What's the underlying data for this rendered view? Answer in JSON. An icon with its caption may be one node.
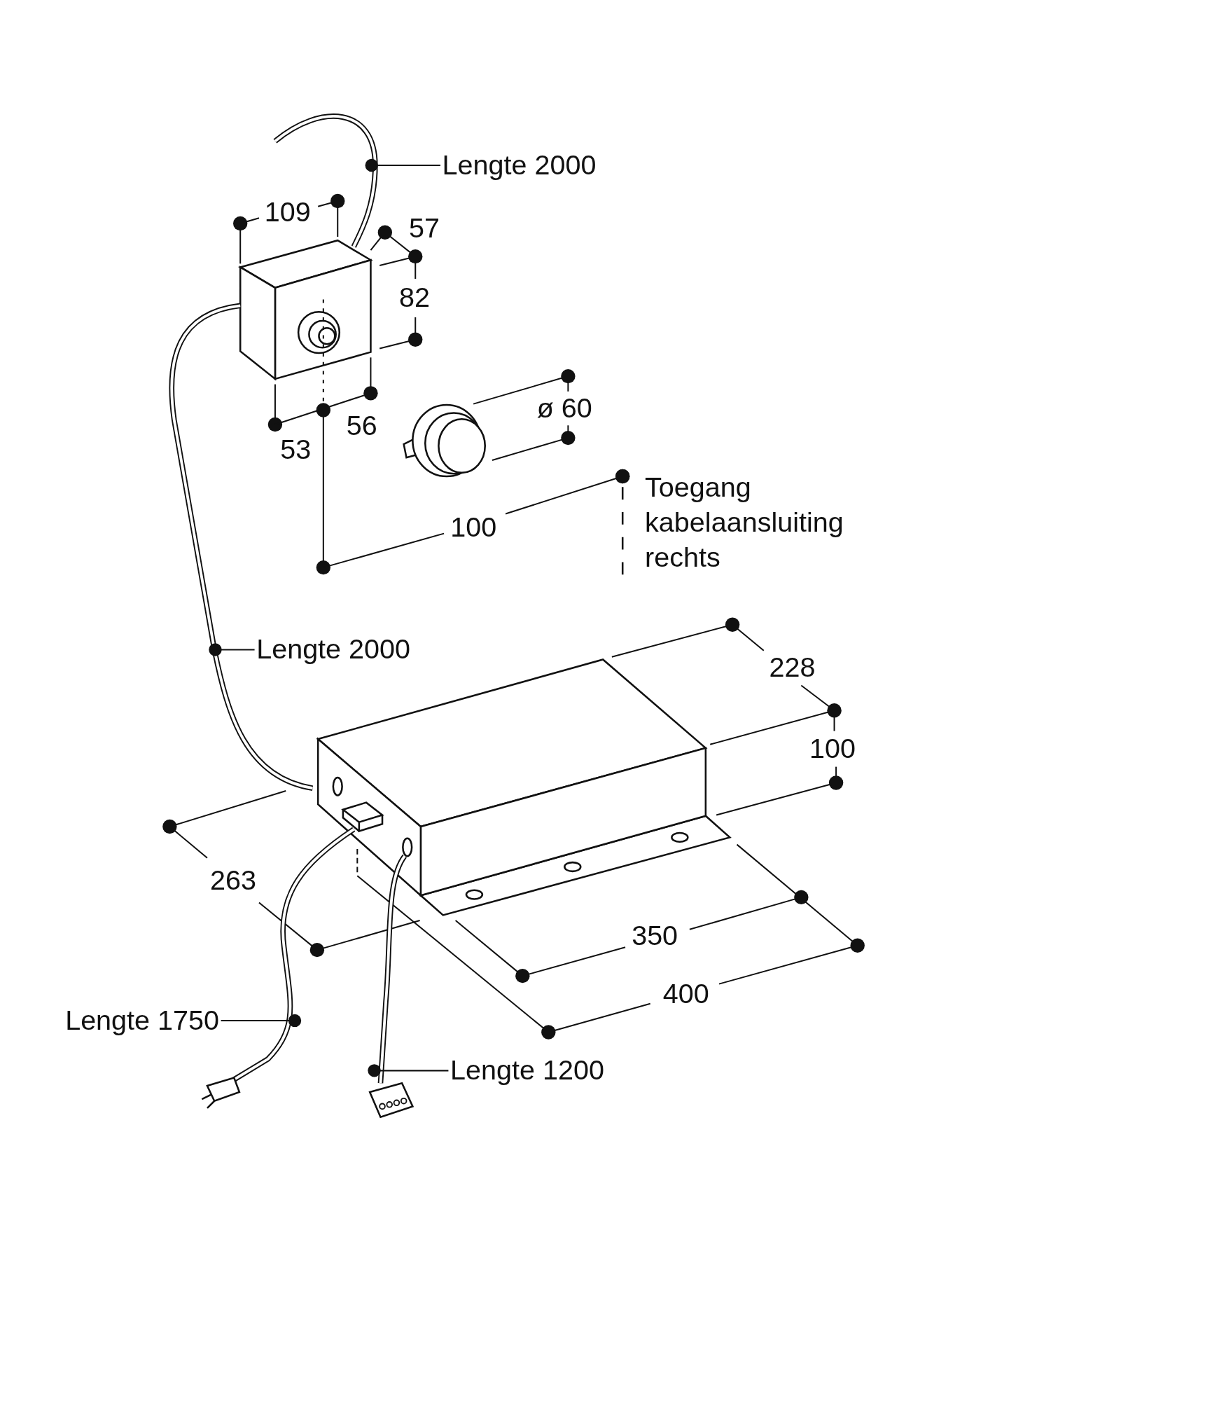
{
  "diagram": {
    "nodes": [
      {
        "text": [
          "Lengte 2000"
        ]
      },
      {
        "text": [
          "Lengte 2000"
        ]
      },
      {
        "text": [
          "Lengte 1750"
        ]
      },
      {
        "text": [
          "Lengte 1200"
        ]
      },
      {
        "text": [],
        "shape": "cable"
      },
      {
        "text": [],
        "shape": "cable"
      },
      {
        "text": [],
        "shape": "cable"
      },
      {
        "text": [],
        "shape": "cable"
      }
    ],
    "edges": [
      {
        "from": 0,
        "to": 4,
        "arrow": "other"
      },
      {
        "from": 1,
        "to": 5,
        "arrow": "other"
      },
      {
        "from": 2,
        "to": 6,
        "arrow": "other"
      },
      {
        "from": 3,
        "to": 7,
        "arrow": "other"
      }
    ],
    "labels": [
      "109",
      "57",
      "82",
      "53",
      "56",
      "ø 60",
      "100",
      "Toegang kabelaansluiting rechts",
      "228",
      "100",
      "263",
      "350",
      "400"
    ]
  }
}
